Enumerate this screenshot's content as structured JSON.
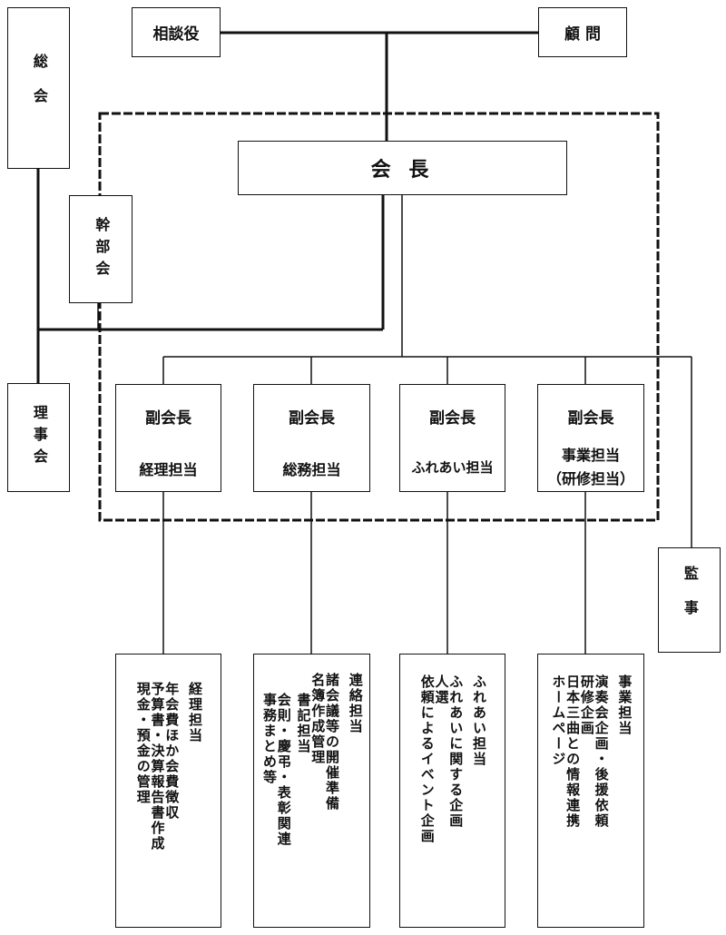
{
  "top": {
    "advisor_left": "相談役",
    "advisor_right": "顧 問"
  },
  "general_meeting": "総会",
  "president": "会 長",
  "executive_meeting": "幹部会",
  "board": "理事会",
  "auditor": "監事",
  "vice_presidents": [
    {
      "title": "副会長",
      "role": "経理担当",
      "role2": ""
    },
    {
      "title": "副会長",
      "role": "総務担当",
      "role2": ""
    },
    {
      "title": "副会長",
      "role": "ふれあい担当",
      "role2": ""
    },
    {
      "title": "副会長",
      "role": "事業担当",
      "role2": "（研修担当）"
    }
  ],
  "duties": [
    {
      "head": "経理担当",
      "lines": [
        "年会費ほか会費徴収",
        "予算書・決算報告書作成",
        "現金・預金の管理"
      ]
    },
    {
      "head": "連絡担当",
      "lines": [
        "諸会議等の開催準備",
        "名簿作成管理"
      ]
    },
    {
      "head": "書記担当",
      "lines": [
        "会則・慶弔・表彰関連",
        "事務まとめ等"
      ]
    },
    {
      "head": "ふれあい担当",
      "lines": [
        "ふれあいに関する企画",
        "人選",
        "依頼によるイベント企画"
      ]
    },
    {
      "head": "事業担当",
      "lines": [
        "演奏会企画・後援依頼",
        "研修企画",
        "日本三曲との情報連携",
        "ホームページ"
      ]
    }
  ]
}
